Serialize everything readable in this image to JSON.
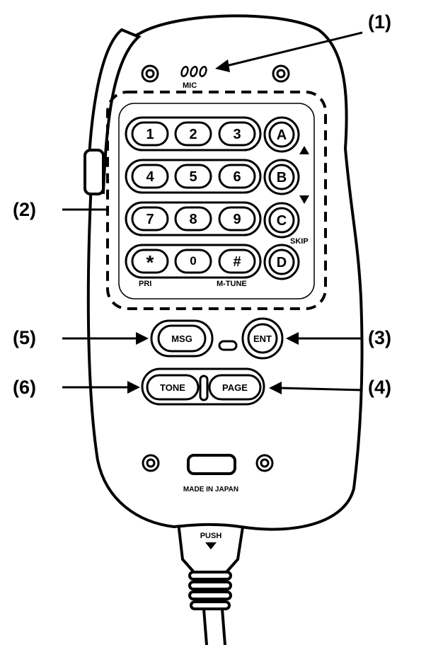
{
  "callouts": {
    "c1": "(1)",
    "c2": "(2)",
    "c3": "(3)",
    "c4": "(4)",
    "c5": "(5)",
    "c6": "(6)"
  },
  "labels": {
    "mic": "MIC",
    "pri": "PRI",
    "mtune": "M-TUNE",
    "skip": "SKIP",
    "made_in": "MADE IN JAPAN",
    "push": "PUSH"
  },
  "keypad": {
    "k1": "1",
    "k2": "2",
    "k3": "3",
    "kA": "A",
    "k4": "4",
    "k5": "5",
    "k6": "6",
    "kB": "B",
    "k7": "7",
    "k8": "8",
    "k9": "9",
    "kC": "C",
    "kStar": "*",
    "k0": "0",
    "kHash": "#",
    "kD": "D"
  },
  "buttons": {
    "msg": "MSG",
    "ent": "ENT",
    "tone": "TONE",
    "page": "PAGE"
  },
  "colors": {
    "ink": "#000000",
    "paper": "#ffffff"
  }
}
